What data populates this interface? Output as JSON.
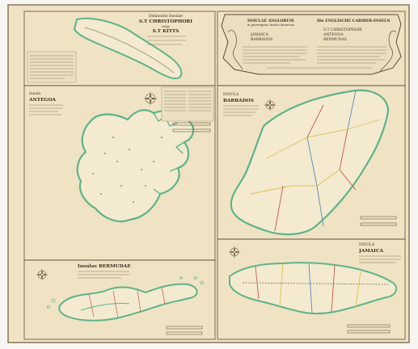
{
  "colors": {
    "paper": "#efe3c4",
    "ink": "#3a2e22",
    "coast_green": "#5fb38a",
    "border_yellow": "#d8c24a",
    "border_red": "#c8574e",
    "border_blue": "#5d86b8"
  },
  "panels": {
    "st_christopher": {
      "title_lines": [
        "Delineatio Insulae",
        "S.T CHRISTOPHORI",
        "vulgo",
        "S.T KITTS"
      ]
    },
    "cartouche": {
      "title_left": [
        "INSULAE ANGLORUM",
        "in pereregrino Insulis Americae"
      ],
      "title_right": [
        "Die ENGLISCHE CARIBER-INSELN"
      ],
      "names": [
        "JAMAICA",
        "BARBADOS",
        "S.T CHRISTOPHORI",
        "ANTEGOA",
        "BERMUDAS"
      ]
    },
    "antegoa": {
      "title_lines": [
        "Insula",
        "ANTEGOA"
      ]
    },
    "barbados": {
      "title_lines": [
        "INSULA",
        "BARBADOS"
      ]
    },
    "bermuda": {
      "title_lines": [
        "Insulae BERMUDAE"
      ]
    },
    "jamaica": {
      "title_lines": [
        "INSULA",
        "JAMAICA"
      ]
    }
  }
}
